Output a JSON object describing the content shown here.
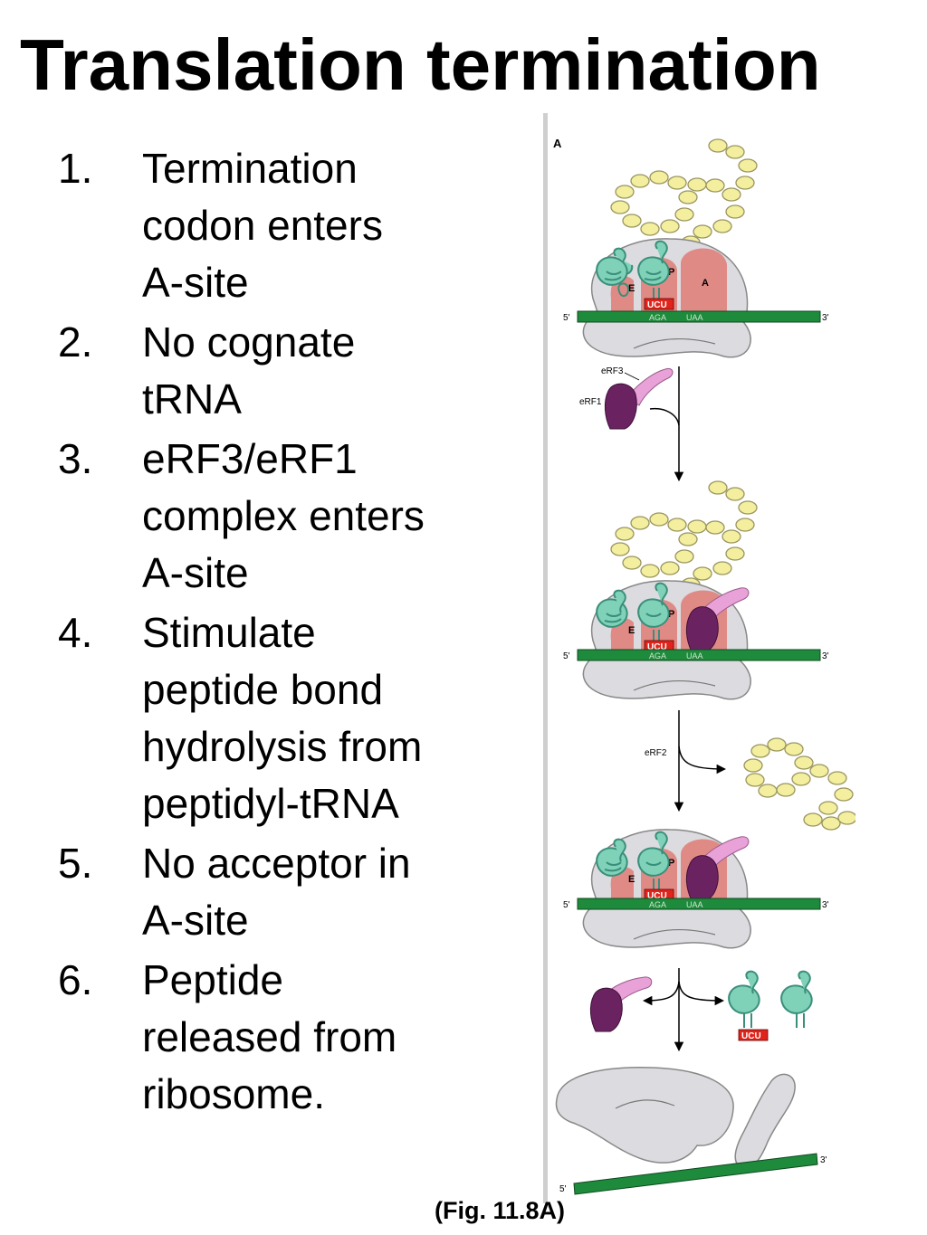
{
  "title": "Translation termination",
  "steps": [
    {
      "number": "1.",
      "lines": [
        "Termination",
        "codon enters",
        "A-site"
      ]
    },
    {
      "number": "2.",
      "lines": [
        "No cognate",
        "tRNA"
      ]
    },
    {
      "number": "3.",
      "lines": [
        "eRF3/eRF1",
        "complex enters",
        "A-site"
      ]
    },
    {
      "number": "4.",
      "lines": [
        "Stimulate",
        "peptide bond",
        "hydrolysis from",
        "peptidyl-tRNA"
      ]
    },
    {
      "number": "5.",
      "lines": [
        "No acceptor in",
        "A-site"
      ]
    },
    {
      "number": "6.",
      "lines": [
        "Peptide",
        "released from",
        "ribosome."
      ]
    }
  ],
  "figure": {
    "panel_label": "A",
    "five_prime": "5'",
    "three_prime": "3'",
    "site_e": "E",
    "site_p": "P",
    "site_a": "A",
    "anticodon": "UCU",
    "codon_p": "AGA",
    "codon_stop": "UAA",
    "erf3": "eRF3",
    "erf1": "eRF1",
    "erf2": "eRF2"
  },
  "caption": "(Fig. 11.8A)",
  "colors": {
    "mrna": "#1e8a3c",
    "ribosome": "#dcdce0",
    "site": "#e08a86",
    "trna": "#7fd1b8",
    "peptide": "#f4ef9e",
    "erf1": "#6a2360",
    "erf3": "#e8a2d8",
    "anticodon": "#e0241c"
  }
}
